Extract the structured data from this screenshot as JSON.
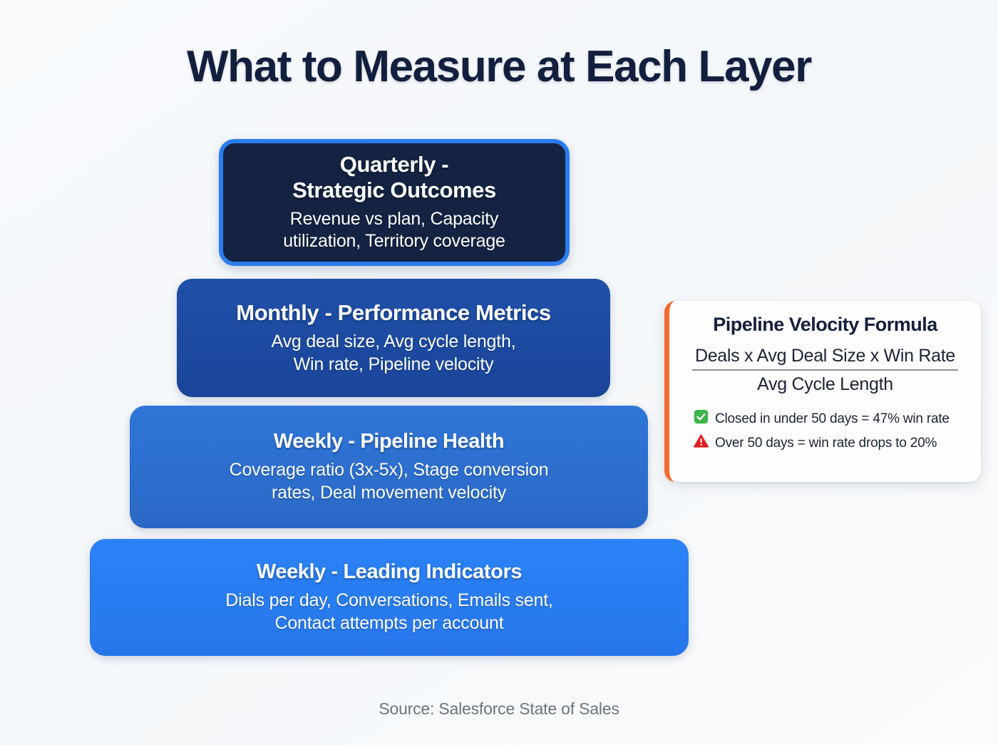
{
  "title": "What to Measure at Each Layer",
  "pyramid": {
    "tiers": [
      {
        "id": "quarterly-strategic-outcomes",
        "title": "Quarterly -\nStrategic Outcomes",
        "desc": "Revenue vs plan, Capacity\nutilization, Territory coverage",
        "color": "#142342",
        "border_color": "#2b7ced"
      },
      {
        "id": "monthly-performance-metrics",
        "title": "Monthly - Performance Metrics",
        "desc": "Avg deal size, Avg cycle length,\nWin rate, Pipeline velocity",
        "color": "#1c4ba3",
        "border_color": ""
      },
      {
        "id": "weekly-pipeline-health",
        "title": "Weekly - Pipeline Health",
        "desc": "Coverage ratio (3x-5x), Stage conversion\nrates, Deal movement velocity",
        "color": "#2d72d4",
        "border_color": ""
      },
      {
        "id": "weekly-leading-indicators",
        "title": "Weekly - Leading Indicators",
        "desc": "Dials per day, Conversations, Emails sent,\nContact attempts per account",
        "color": "#2b7ef5",
        "border_color": ""
      }
    ]
  },
  "formula_card": {
    "title": "Pipeline Velocity Formula",
    "numerator": "Deals x Avg Deal Size x Win Rate",
    "denominator": "Avg Cycle Length",
    "accent_color": "#f26b2c",
    "notes": [
      {
        "icon": "check-mark-button-icon",
        "text": "Closed in under 50 days = 47% win rate",
        "color": "#3cb54a"
      },
      {
        "icon": "warning-triangle-icon",
        "text": "Over 50 days = win rate drops to 20%",
        "color": "#e02020"
      }
    ]
  },
  "source": "Source: Salesforce State of Sales"
}
